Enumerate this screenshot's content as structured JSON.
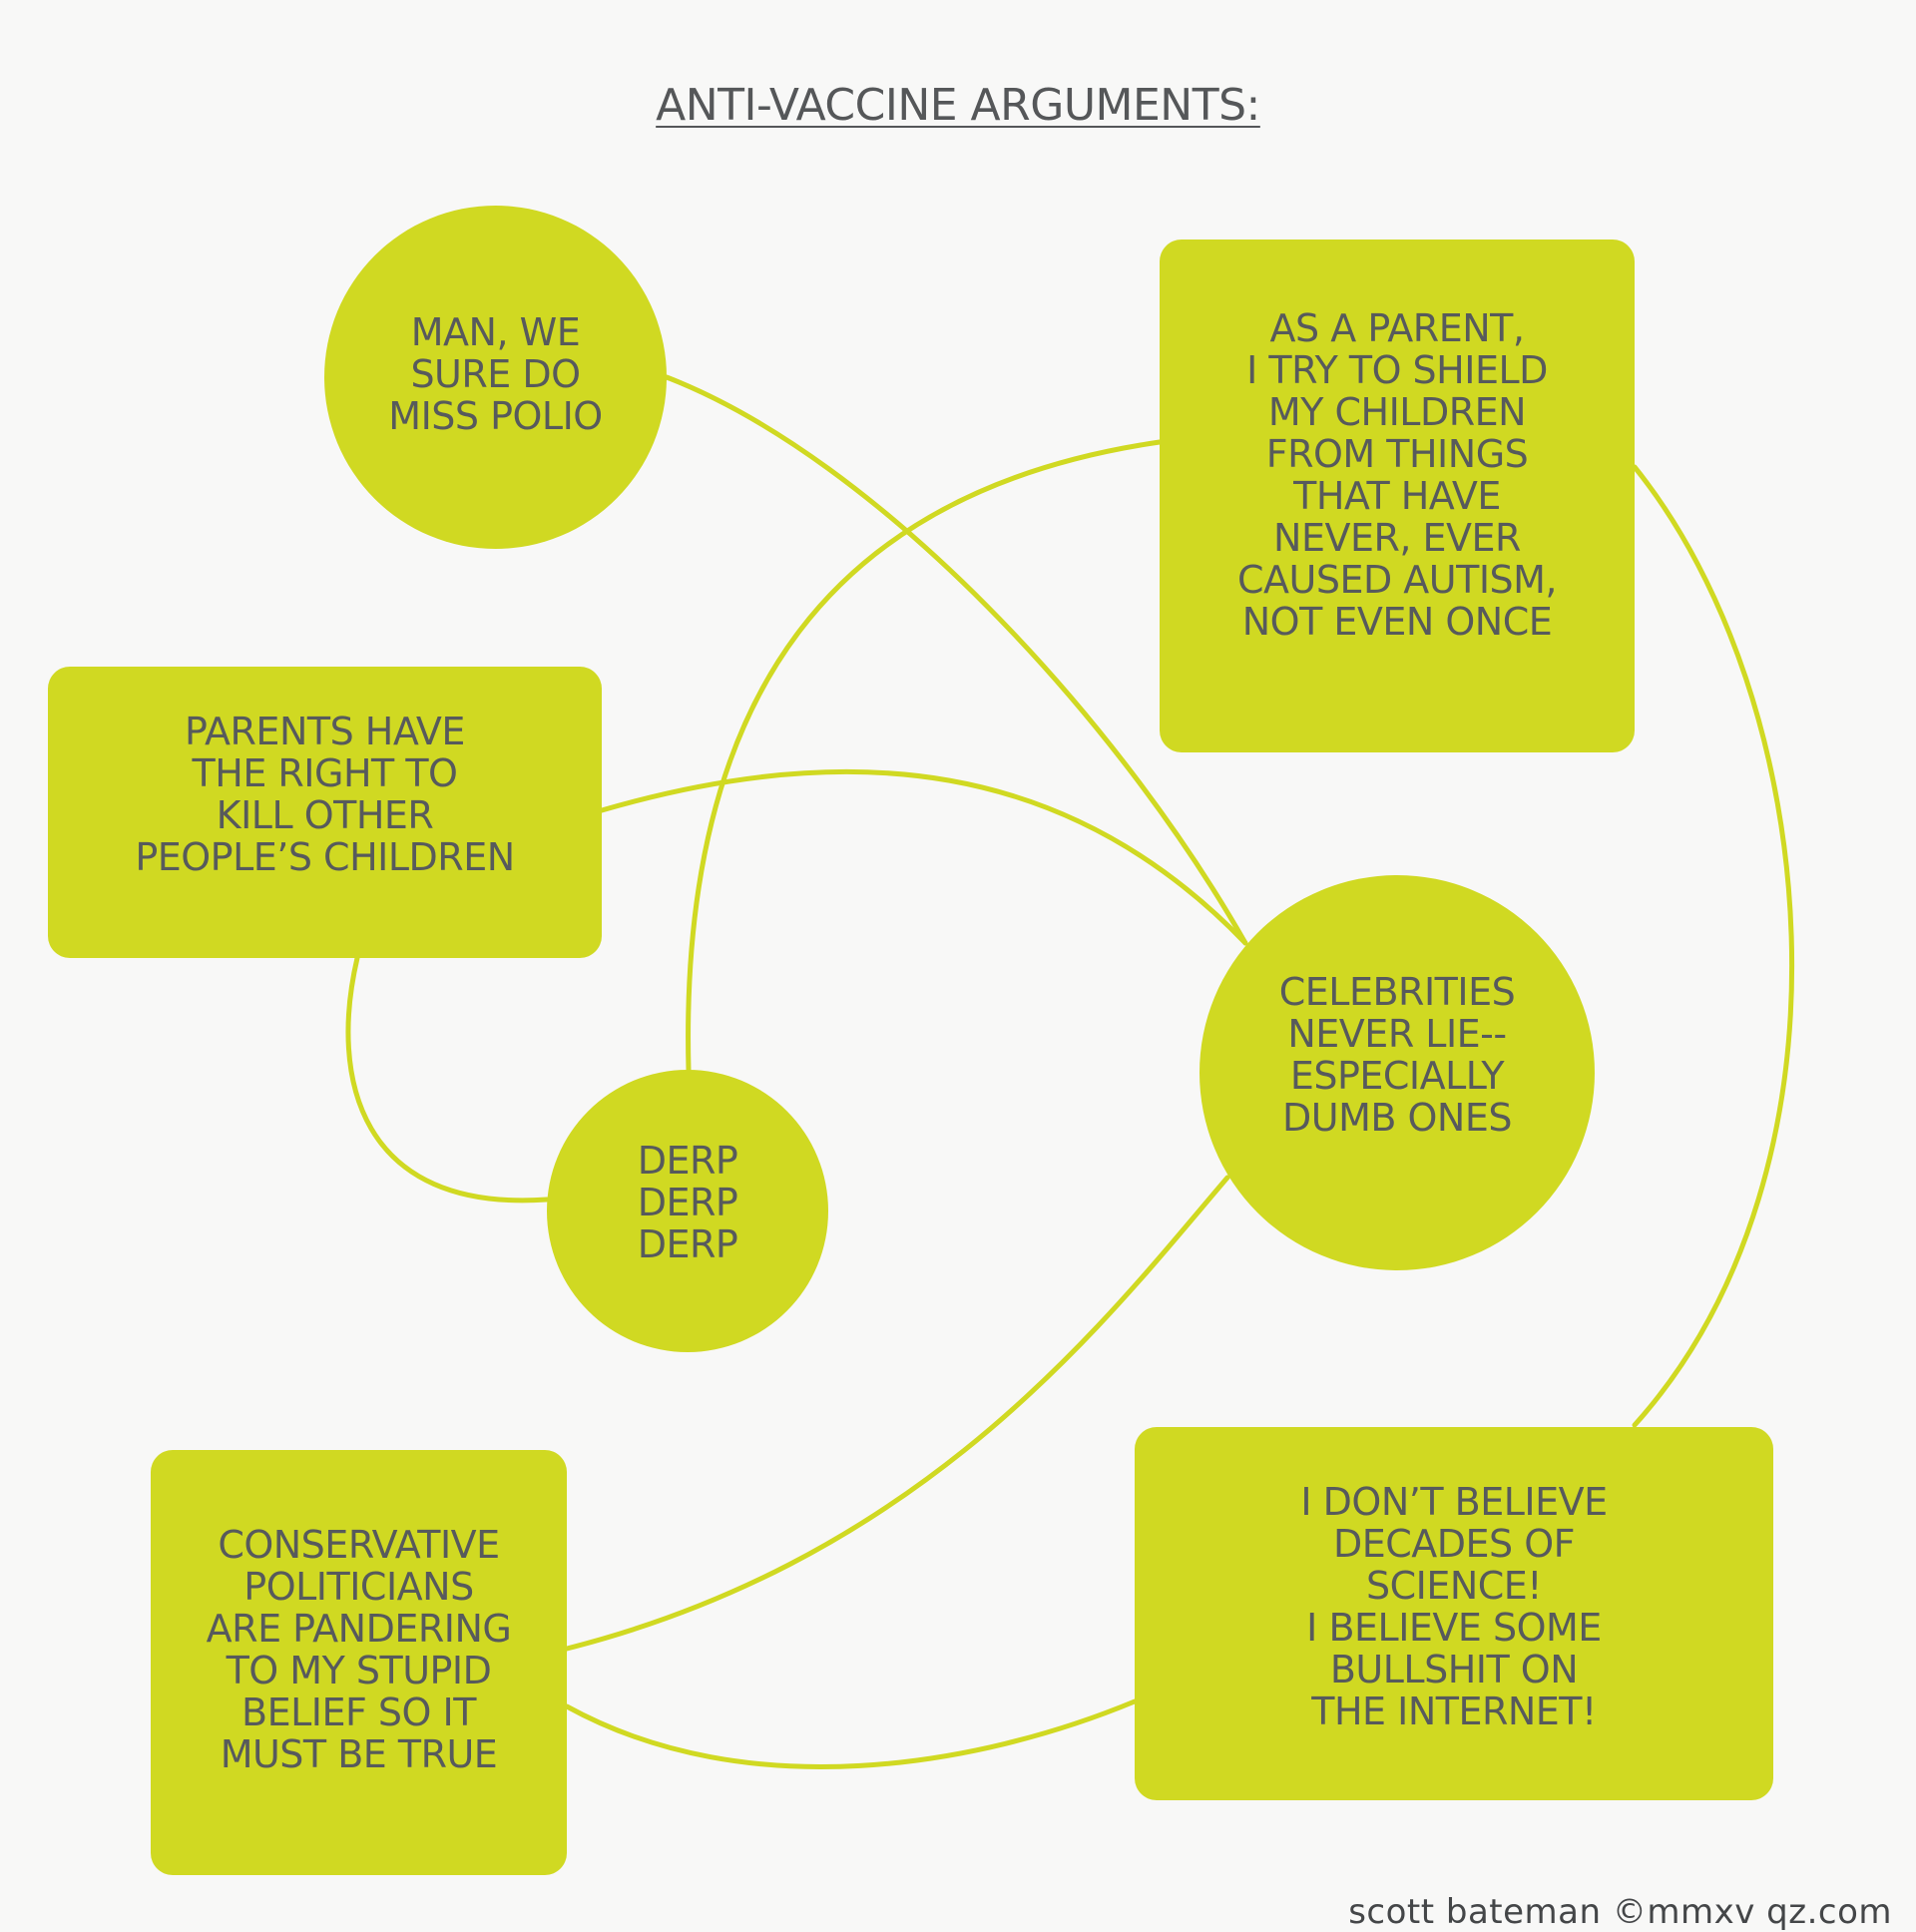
{
  "title": "ANTI-VACCINE ARGUMENTS:",
  "nodes": {
    "polio": "MAN, WE\nSURE DO\nMISS POLIO",
    "parent_shield": "AS A PARENT,\nI TRY TO SHIELD\nMY CHILDREN\nFROM THINGS\nTHAT HAVE\nNEVER, EVER\nCAUSED AUTISM,\nNOT EVEN ONCE",
    "parents_right": "PARENTS HAVE\nTHE RIGHT TO\nKILL OTHER\nPEOPLE’S CHILDREN",
    "celebrities": "CELEBRITIES\nNEVER LIE--\nESPECIALLY\nDUMB ONES",
    "derp": "DERP\nDERP\nDERP",
    "conservative": "CONSERVATIVE\nPOLITICIANS\nARE PANDERING\nTO MY STUPID\nBELIEF SO IT\nMUST BE TRUE",
    "science": "I DON’T BELIEVE\nDECADES OF\nSCIENCE!\nI BELIEVE SOME\nBULLSHIT ON\nTHE INTERNET!"
  },
  "credit": "scott bateman ©mmxv qz.com",
  "colors": {
    "node_fill": "#d0d922",
    "connector": "#d0d922",
    "text": "#575a5c",
    "background": "#f8f8f7"
  }
}
